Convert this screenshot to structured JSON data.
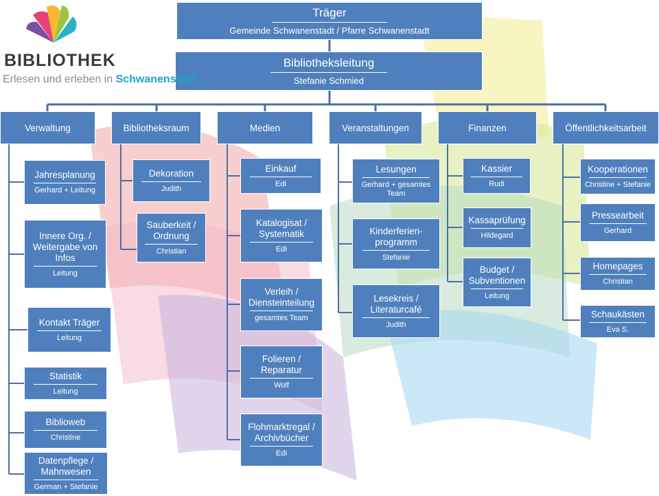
{
  "logo": {
    "wordmark": "BIBLIOTHEK",
    "tagline": "Erlesen und erleben in",
    "town": "Schwanenstadt"
  },
  "traeger": {
    "title": "Träger",
    "subtitle": "Gemeinde Schwanenstadt  / Pfarre Schwanenstadt"
  },
  "leitung": {
    "title": "Bibliotheksleitung",
    "subtitle": "Stefanie Schmied"
  },
  "departments": [
    {
      "title": "Verwaltung",
      "tasks": [
        {
          "title": "Jahresplanung",
          "person": "Gerhard + Leitung"
        },
        {
          "title": "Innere Org. / Weitergabe von Infos",
          "person": "Leitung"
        },
        {
          "title": "Kontakt Träger",
          "person": "Leitung"
        },
        {
          "title": "Statistik",
          "person": "Leitung"
        },
        {
          "title": "Biblioweb",
          "person": "Christine"
        },
        {
          "title": "Datenpflege / Mahnwesen",
          "person": "German + Stefanie"
        }
      ]
    },
    {
      "title": "Bibliotheksraum",
      "tasks": [
        {
          "title": "Dekoration",
          "person": "Judith"
        },
        {
          "title": "Sauberkeit / Ordnung",
          "person": "Christian"
        }
      ]
    },
    {
      "title": "Medien",
      "tasks": [
        {
          "title": "Einkauf",
          "person": "Edi"
        },
        {
          "title": "Katalogisat / Systematik",
          "person": "Edi"
        },
        {
          "title": "Verleih / Diensteinteilung",
          "person": "gesamtes Team"
        },
        {
          "title": "Folieren / Reparatur",
          "person": "Wolf"
        },
        {
          "title": "Flohmarktregal / Archivbücher",
          "person": "Edi"
        }
      ]
    },
    {
      "title": "Veranstaltungen",
      "tasks": [
        {
          "title": "Lesungen",
          "person": "Gerhard + gesamtes Team"
        },
        {
          "title": "Kinderferien-programm",
          "person": "Stefanie"
        },
        {
          "title": "Lesekreis / Literaturcafé",
          "person": "Judith"
        }
      ]
    },
    {
      "title": "Finanzen",
      "tasks": [
        {
          "title": "Kassier",
          "person": "Rudi"
        },
        {
          "title": "Kassaprüfung",
          "person": "Hildegard"
        },
        {
          "title": "Budget / Subventionen",
          "person": "Leitung"
        }
      ]
    },
    {
      "title": "Öffentlichkeitsarbeit",
      "tasks": [
        {
          "title": "Kooperationen",
          "person": "Christine + Stefanie"
        },
        {
          "title": "Pressearbeit",
          "person": "Gerhard"
        },
        {
          "title": "Homepages",
          "person": "Christian"
        },
        {
          "title": "Schaukästen",
          "person": "Eva S."
        }
      ]
    }
  ]
}
